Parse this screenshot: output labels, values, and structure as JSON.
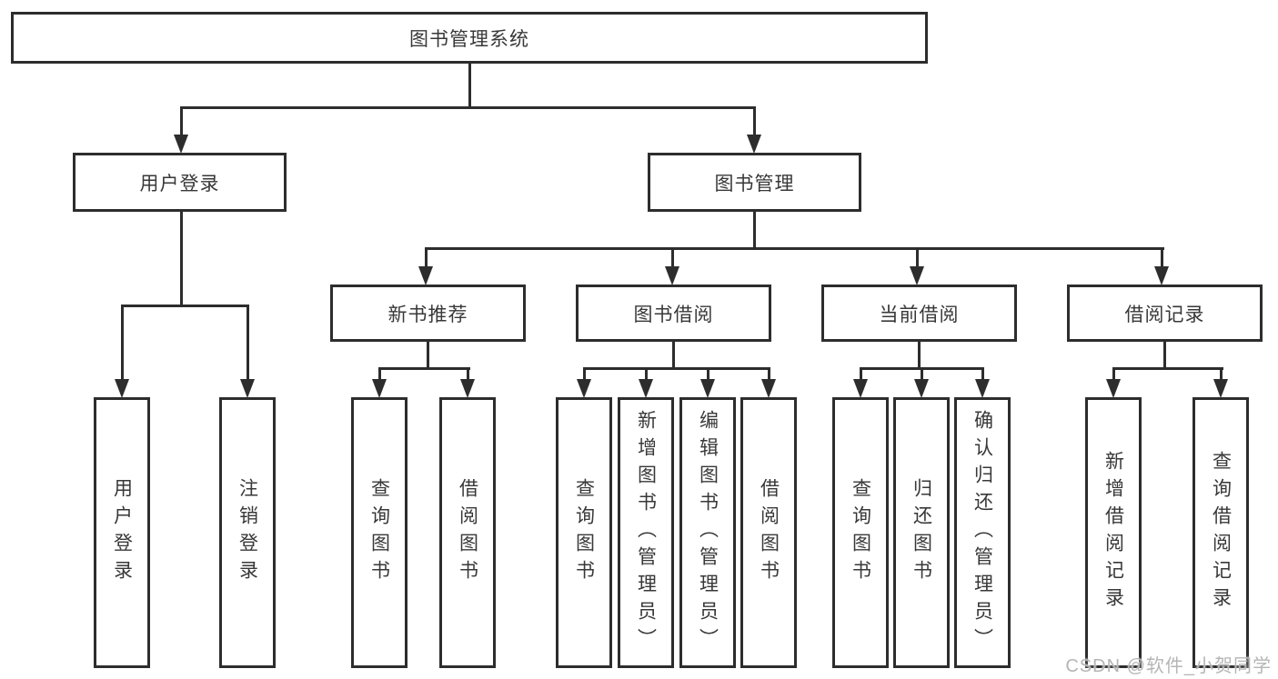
{
  "root": {
    "label": "图书管理系统"
  },
  "level2": [
    {
      "label": "用户登录"
    },
    {
      "label": "图书管理"
    }
  ],
  "level3": [
    {
      "label": "新书推荐"
    },
    {
      "label": "图书借阅"
    },
    {
      "label": "当前借阅"
    },
    {
      "label": "借阅记录"
    }
  ],
  "level4": {
    "login": [
      {
        "label": "用户登录"
      },
      {
        "label": "注销登录"
      }
    ],
    "recommend": [
      {
        "label": "查询图书"
      },
      {
        "label": "借阅图书"
      }
    ],
    "borrow": [
      {
        "label": "查询图书"
      },
      {
        "label": "新增图书（管理员）"
      },
      {
        "label": "编辑图书（管理员）"
      },
      {
        "label": "借阅图书"
      }
    ],
    "current": [
      {
        "label": "查询图书"
      },
      {
        "label": "归还图书"
      },
      {
        "label": "确认归还（管理员）"
      }
    ],
    "records": [
      {
        "label": "新增借阅记录"
      },
      {
        "label": "查询借阅记录"
      }
    ]
  },
  "watermark": "CSDN @软件_小贺同学",
  "colors": {
    "line": "#2d2d2d",
    "text": "#383838",
    "watermark": "#b5b5b5",
    "background": "#ffffff"
  }
}
